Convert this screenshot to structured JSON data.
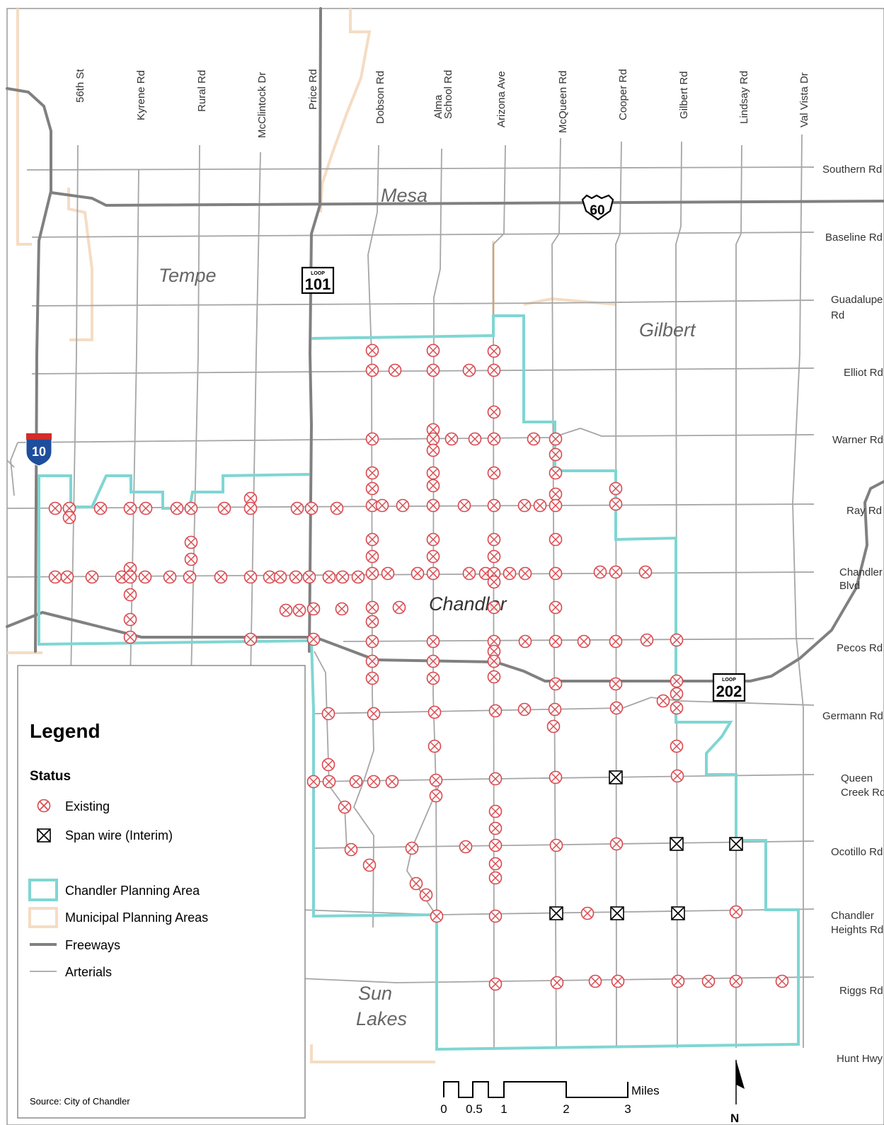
{
  "colors": {
    "arterial": "#a6a6a6",
    "freeway": "#808080",
    "planning_area": "#7fd6d3",
    "municipal": "#f5dcc3",
    "signal": "#d9484e",
    "span": "#000000"
  },
  "roads_ns": [
    "56th St",
    "Kyrene Rd",
    "Rural Rd",
    "McClintock Dr",
    "Price Rd",
    "Dobson Rd",
    "Alma School Rd",
    "Arizona Ave",
    "McQueen Rd",
    "Cooper Rd",
    "Gilbert Rd",
    "Lindsay Rd",
    "Val Vista Dr"
  ],
  "roads_ew": [
    "Southern Rd",
    "Baseline Rd",
    "Guadalupe Rd",
    "Elliot Rd",
    "Warner Rd",
    "Ray Rd",
    "Chandler Blvd",
    "Pecos Rd",
    "Germann Rd",
    "Queen Creek Rd",
    "Ocotillo Rd",
    "Chandler Heights Rd",
    "Riggs Rd",
    "Hunt Hwy"
  ],
  "cities": {
    "mesa": "Mesa",
    "tempe": "Tempe",
    "gilbert": "Gilbert",
    "chandler": "Chandler",
    "sun_lakes": "Sun Lakes"
  },
  "shields": {
    "us60": "60",
    "loop101_top": "LOOP",
    "loop101": "101",
    "loop202_top": "LOOP",
    "loop202": "202",
    "i10": "10"
  },
  "legend": {
    "title": "Legend",
    "status": "Status",
    "existing": "Existing",
    "span": "Span wire (Interim)",
    "chandler_area": "Chandler Planning Area",
    "municipal_areas": "Municipal Planning Areas",
    "freeways": "Freeways",
    "arterials": "Arterials",
    "source": "Source: City of Chandler"
  },
  "scale": {
    "unit": "Miles",
    "ticks": [
      "0",
      "0.5",
      "1",
      "2",
      "3"
    ]
  },
  "north": "N",
  "signals_existing": [
    [
      526,
      495
    ],
    [
      612,
      495
    ],
    [
      698,
      496
    ],
    [
      526,
      523
    ],
    [
      558,
      523
    ],
    [
      612,
      523
    ],
    [
      663,
      523
    ],
    [
      698,
      523
    ],
    [
      698,
      582
    ],
    [
      612,
      607
    ],
    [
      526,
      620
    ],
    [
      612,
      620
    ],
    [
      638,
      620
    ],
    [
      671,
      620
    ],
    [
      698,
      620
    ],
    [
      754,
      620
    ],
    [
      785,
      620
    ],
    [
      612,
      636
    ],
    [
      785,
      642
    ],
    [
      526,
      668
    ],
    [
      612,
      668
    ],
    [
      698,
      668
    ],
    [
      785,
      668
    ],
    [
      526,
      690
    ],
    [
      612,
      686
    ],
    [
      870,
      690
    ],
    [
      785,
      698
    ],
    [
      354,
      704
    ],
    [
      78,
      718
    ],
    [
      98,
      718
    ],
    [
      142,
      718
    ],
    [
      184,
      718
    ],
    [
      206,
      718
    ],
    [
      250,
      718
    ],
    [
      270,
      718
    ],
    [
      317,
      718
    ],
    [
      354,
      718
    ],
    [
      420,
      718
    ],
    [
      440,
      718
    ],
    [
      476,
      718
    ],
    [
      526,
      714
    ],
    [
      540,
      714
    ],
    [
      569,
      714
    ],
    [
      612,
      714
    ],
    [
      656,
      714
    ],
    [
      698,
      714
    ],
    [
      741,
      714
    ],
    [
      763,
      714
    ],
    [
      785,
      714
    ],
    [
      870,
      712
    ],
    [
      98,
      731
    ],
    [
      526,
      762
    ],
    [
      612,
      762
    ],
    [
      698,
      762
    ],
    [
      785,
      762
    ],
    [
      270,
      766
    ],
    [
      526,
      786
    ],
    [
      612,
      786
    ],
    [
      698,
      786
    ],
    [
      270,
      790
    ],
    [
      184,
      803
    ],
    [
      78,
      815
    ],
    [
      95,
      815
    ],
    [
      130,
      815
    ],
    [
      172,
      815
    ],
    [
      184,
      815
    ],
    [
      205,
      815
    ],
    [
      240,
      815
    ],
    [
      268,
      815
    ],
    [
      312,
      815
    ],
    [
      354,
      815
    ],
    [
      381,
      815
    ],
    [
      396,
      815
    ],
    [
      418,
      815
    ],
    [
      437,
      815
    ],
    [
      465,
      815
    ],
    [
      484,
      815
    ],
    [
      506,
      815
    ],
    [
      526,
      810
    ],
    [
      548,
      810
    ],
    [
      590,
      810
    ],
    [
      612,
      810
    ],
    [
      663,
      810
    ],
    [
      686,
      810
    ],
    [
      698,
      810
    ],
    [
      720,
      810
    ],
    [
      742,
      810
    ],
    [
      785,
      810
    ],
    [
      848,
      808
    ],
    [
      870,
      808
    ],
    [
      912,
      808
    ],
    [
      698,
      822
    ],
    [
      184,
      840
    ],
    [
      785,
      858
    ],
    [
      404,
      862
    ],
    [
      423,
      862
    ],
    [
      443,
      860
    ],
    [
      483,
      860
    ],
    [
      526,
      858
    ],
    [
      564,
      858
    ],
    [
      698,
      858
    ],
    [
      526,
      878
    ],
    [
      184,
      875
    ],
    [
      184,
      900
    ],
    [
      354,
      903
    ],
    [
      443,
      903
    ],
    [
      526,
      906
    ],
    [
      612,
      906
    ],
    [
      698,
      906
    ],
    [
      742,
      906
    ],
    [
      785,
      906
    ],
    [
      825,
      906
    ],
    [
      870,
      906
    ],
    [
      914,
      904
    ],
    [
      956,
      904
    ],
    [
      698,
      920
    ],
    [
      526,
      934
    ],
    [
      612,
      934
    ],
    [
      698,
      934
    ],
    [
      526,
      958
    ],
    [
      612,
      958
    ],
    [
      698,
      956
    ],
    [
      785,
      966
    ],
    [
      870,
      966
    ],
    [
      956,
      962
    ],
    [
      956,
      980
    ],
    [
      937,
      990
    ],
    [
      464,
      1008
    ],
    [
      528,
      1008
    ],
    [
      614,
      1006
    ],
    [
      700,
      1004
    ],
    [
      741,
      1002
    ],
    [
      784,
      1002
    ],
    [
      871,
      1000
    ],
    [
      956,
      1000
    ],
    [
      782,
      1026
    ],
    [
      614,
      1054
    ],
    [
      956,
      1054
    ],
    [
      464,
      1080
    ],
    [
      443,
      1104
    ],
    [
      465,
      1104
    ],
    [
      503,
      1104
    ],
    [
      528,
      1104
    ],
    [
      554,
      1104
    ],
    [
      616,
      1102
    ],
    [
      700,
      1100
    ],
    [
      785,
      1098
    ],
    [
      957,
      1096
    ],
    [
      616,
      1124
    ],
    [
      487,
      1140
    ],
    [
      700,
      1146
    ],
    [
      700,
      1170
    ],
    [
      496,
      1200
    ],
    [
      582,
      1198
    ],
    [
      658,
      1196
    ],
    [
      700,
      1194
    ],
    [
      786,
      1194
    ],
    [
      871,
      1192
    ],
    [
      700,
      1220
    ],
    [
      522,
      1222
    ],
    [
      700,
      1240
    ],
    [
      588,
      1248
    ],
    [
      602,
      1264
    ],
    [
      617,
      1294
    ],
    [
      700,
      1294
    ],
    [
      830,
      1290
    ],
    [
      1040,
      1288
    ],
    [
      700,
      1390
    ],
    [
      787,
      1388
    ],
    [
      841,
      1386
    ],
    [
      873,
      1386
    ],
    [
      958,
      1386
    ],
    [
      1001,
      1386
    ],
    [
      1040,
      1386
    ],
    [
      1105,
      1386
    ]
  ],
  "signals_span": [
    [
      870,
      1098
    ],
    [
      956,
      1192
    ],
    [
      1040,
      1192
    ],
    [
      786,
      1290
    ],
    [
      872,
      1290
    ],
    [
      958,
      1290
    ]
  ]
}
